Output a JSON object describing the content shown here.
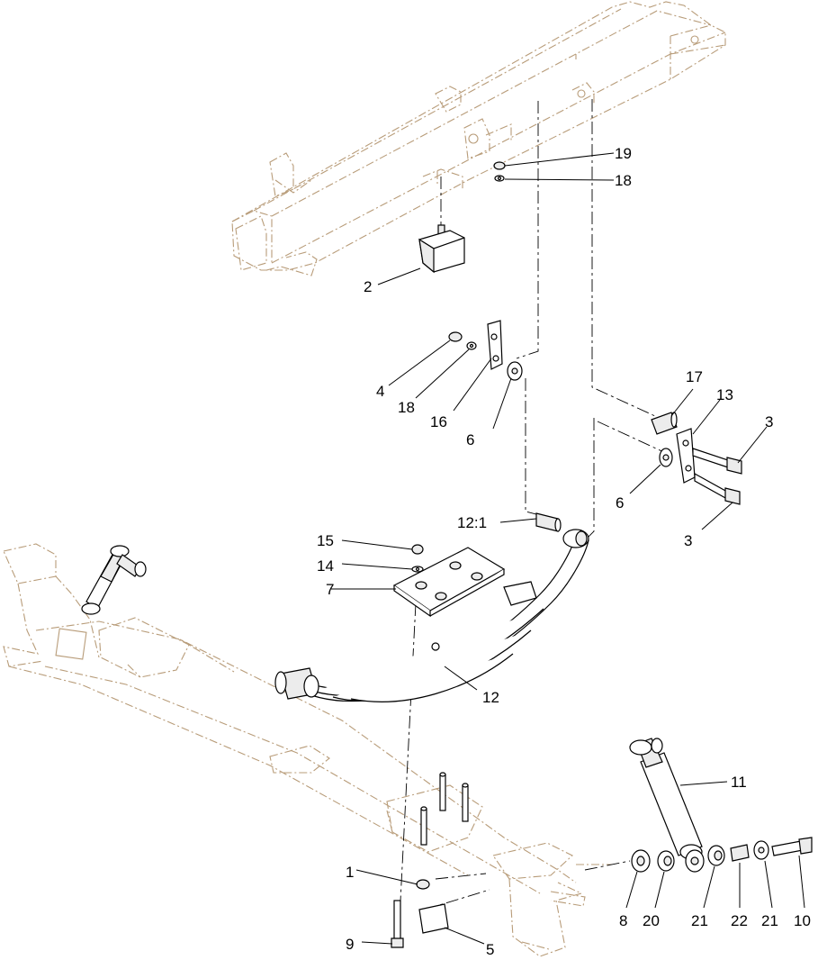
{
  "callouts": [
    {
      "id": "1",
      "label": "1"
    },
    {
      "id": "2",
      "label": "2"
    },
    {
      "id": "3a",
      "label": "3"
    },
    {
      "id": "3b",
      "label": "3"
    },
    {
      "id": "4",
      "label": "4"
    },
    {
      "id": "5",
      "label": "5"
    },
    {
      "id": "6a",
      "label": "6"
    },
    {
      "id": "6b",
      "label": "6"
    },
    {
      "id": "7",
      "label": "7"
    },
    {
      "id": "8",
      "label": "8"
    },
    {
      "id": "9",
      "label": "9"
    },
    {
      "id": "10",
      "label": "10"
    },
    {
      "id": "11",
      "label": "11"
    },
    {
      "id": "12",
      "label": "12"
    },
    {
      "id": "12-1",
      "label": "12:1"
    },
    {
      "id": "13",
      "label": "13"
    },
    {
      "id": "14",
      "label": "14"
    },
    {
      "id": "15",
      "label": "15"
    },
    {
      "id": "16",
      "label": "16"
    },
    {
      "id": "17",
      "label": "17"
    },
    {
      "id": "18a",
      "label": "18"
    },
    {
      "id": "18b",
      "label": "18"
    },
    {
      "id": "19",
      "label": "19"
    },
    {
      "id": "20",
      "label": "20"
    },
    {
      "id": "21a",
      "label": "21"
    },
    {
      "id": "21b",
      "label": "21"
    },
    {
      "id": "22",
      "label": "22"
    }
  ],
  "colors": {
    "frame_line": "#b89c79",
    "part_outline": "#000000",
    "background": "#ffffff"
  }
}
